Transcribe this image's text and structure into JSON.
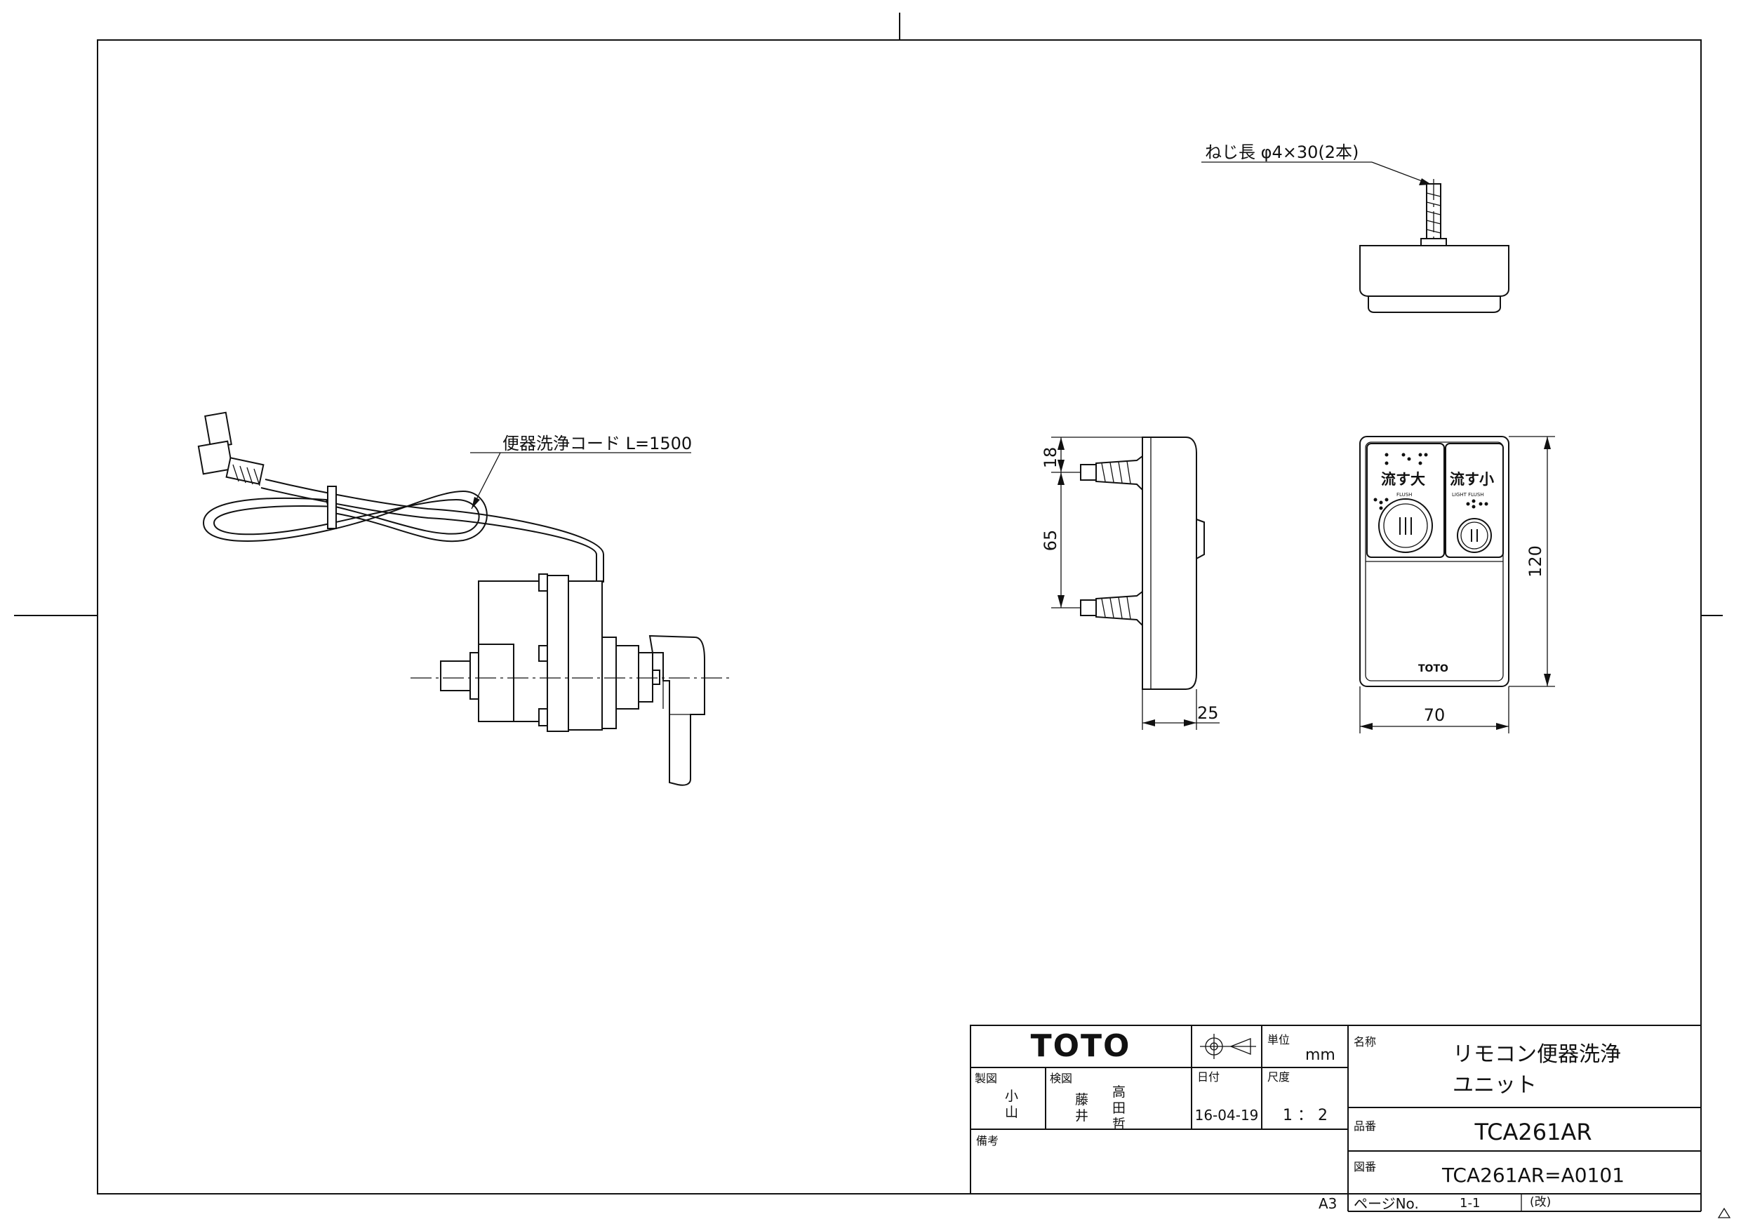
{
  "drawing": {
    "screw_note": "ねじ長 φ4×30(2本)",
    "cord_note": "便器洗浄コード L=1500",
    "dimensions": {
      "d18": "18",
      "d65": "65",
      "d25": "25",
      "d70": "70",
      "d120": "120"
    },
    "remote": {
      "large_flush_label": "流す大",
      "small_flush_label": "流す小",
      "flush_sub": "FLUSH",
      "light_flush_sub": "LIGHT FLUSH",
      "brand": "TOTO"
    }
  },
  "title_block": {
    "logo": "TOTO",
    "unit_label": "単位",
    "unit_value": "mm",
    "drawn_label": "製図",
    "drawn_by": [
      "小",
      "山"
    ],
    "checked_label": "検図",
    "checked_by_1": [
      "藤",
      "井"
    ],
    "checked_by_2": [
      "高",
      "田",
      "哲"
    ],
    "date_label": "日付",
    "date_value": "16-04-19",
    "scale_label": "尺度",
    "scale_value": "1 ： 2",
    "remarks_label": "備考",
    "name_label": "名称",
    "name_line1": "リモコン便器洗浄",
    "name_line2": "ユニット",
    "part_no_label": "品番",
    "part_no": "TCA261AR",
    "drawing_no_label": "図番",
    "drawing_no": "TCA261AR=A0101",
    "paper_size": "A3",
    "page_label": "ページNo.",
    "page_value": "1-1",
    "revision_label": "(改)"
  }
}
